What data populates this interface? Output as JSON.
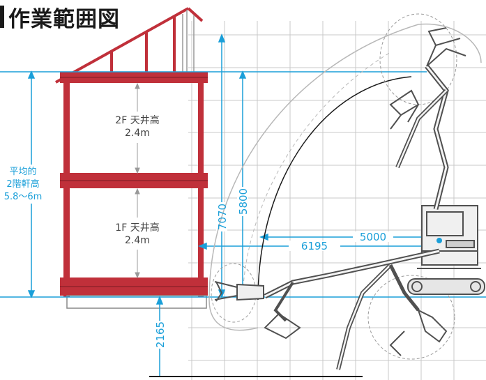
{
  "title": "作業範囲図",
  "eave_height_label": [
    "平均的",
    "2階軒高",
    "5.8〜6m"
  ],
  "floor2_label": [
    "2F 天井高",
    "2.4m"
  ],
  "floor1_label": [
    "1F 天井高",
    "2.4m"
  ],
  "dimensions": {
    "max_height": "7070",
    "reach_height": "5800",
    "horizontal_reach": "5000",
    "max_reach": "6195",
    "depth": "2165"
  },
  "colors": {
    "dimension": "#1a9fd9",
    "frame": "#c0303a",
    "grid": "#c9c9c9",
    "machine": "#505050"
  }
}
